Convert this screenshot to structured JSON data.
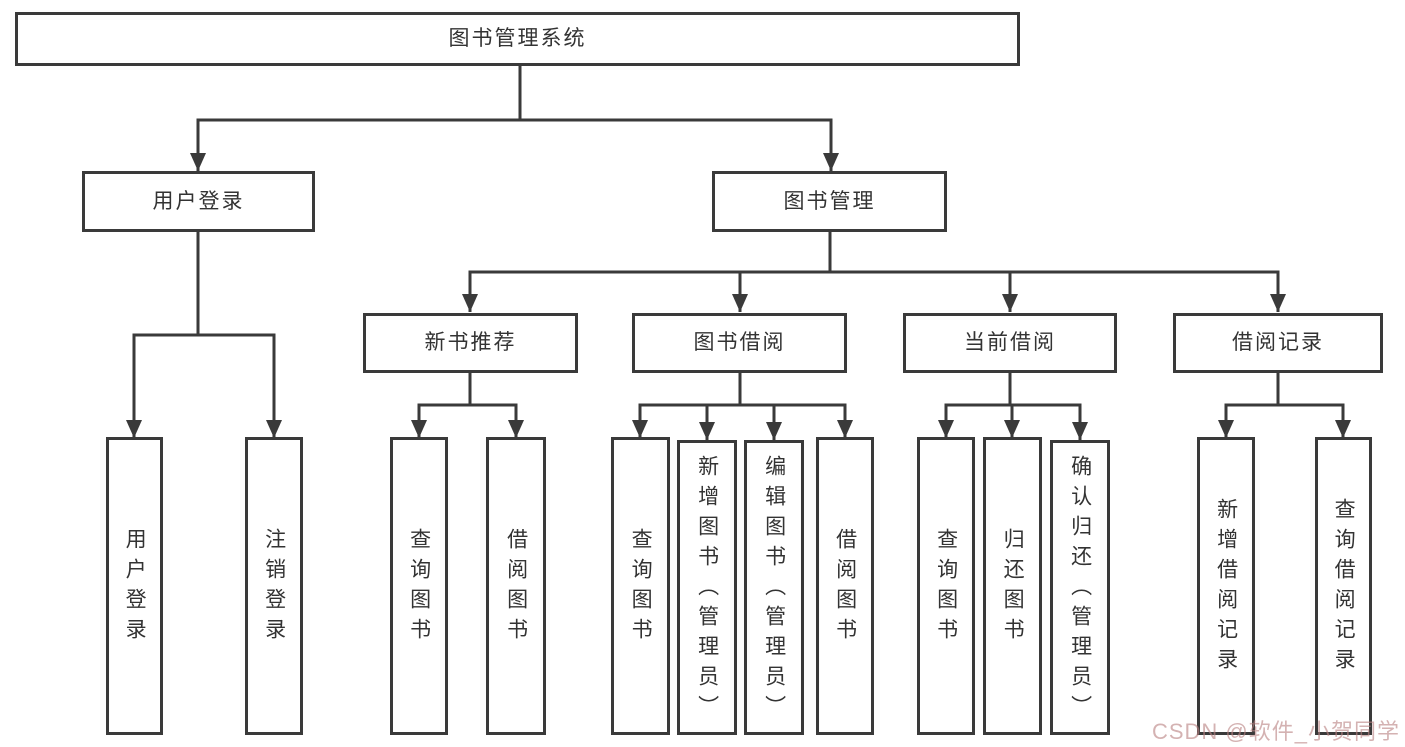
{
  "tree": {
    "root": {
      "label": "图书管理系统"
    },
    "children": [
      {
        "label": "用户登录",
        "children": [
          {
            "label": "用户登录"
          },
          {
            "label": "注销登录"
          }
        ]
      },
      {
        "label": "图书管理",
        "children": [
          {
            "label": "新书推荐",
            "children": [
              {
                "label": "查询图书"
              },
              {
                "label": "借阅图书"
              }
            ]
          },
          {
            "label": "图书借阅",
            "children": [
              {
                "label": "查询图书"
              },
              {
                "label": "新增图书（管理员）"
              },
              {
                "label": "编辑图书（管理员）"
              },
              {
                "label": "借阅图书"
              }
            ]
          },
          {
            "label": "当前借阅",
            "children": [
              {
                "label": "查询图书"
              },
              {
                "label": "归还图书"
              },
              {
                "label": "确认归还（管理员）"
              }
            ]
          },
          {
            "label": "借阅记录",
            "children": [
              {
                "label": "新增借阅记录"
              },
              {
                "label": "查询借阅记录"
              }
            ]
          }
        ]
      }
    ]
  },
  "watermark": {
    "text": "CSDN @软件_小贺同学",
    "color": "#ba8282"
  },
  "style": {
    "line_color": "#3a3a3a",
    "text_color": "#333333",
    "background": "#ffffff"
  }
}
